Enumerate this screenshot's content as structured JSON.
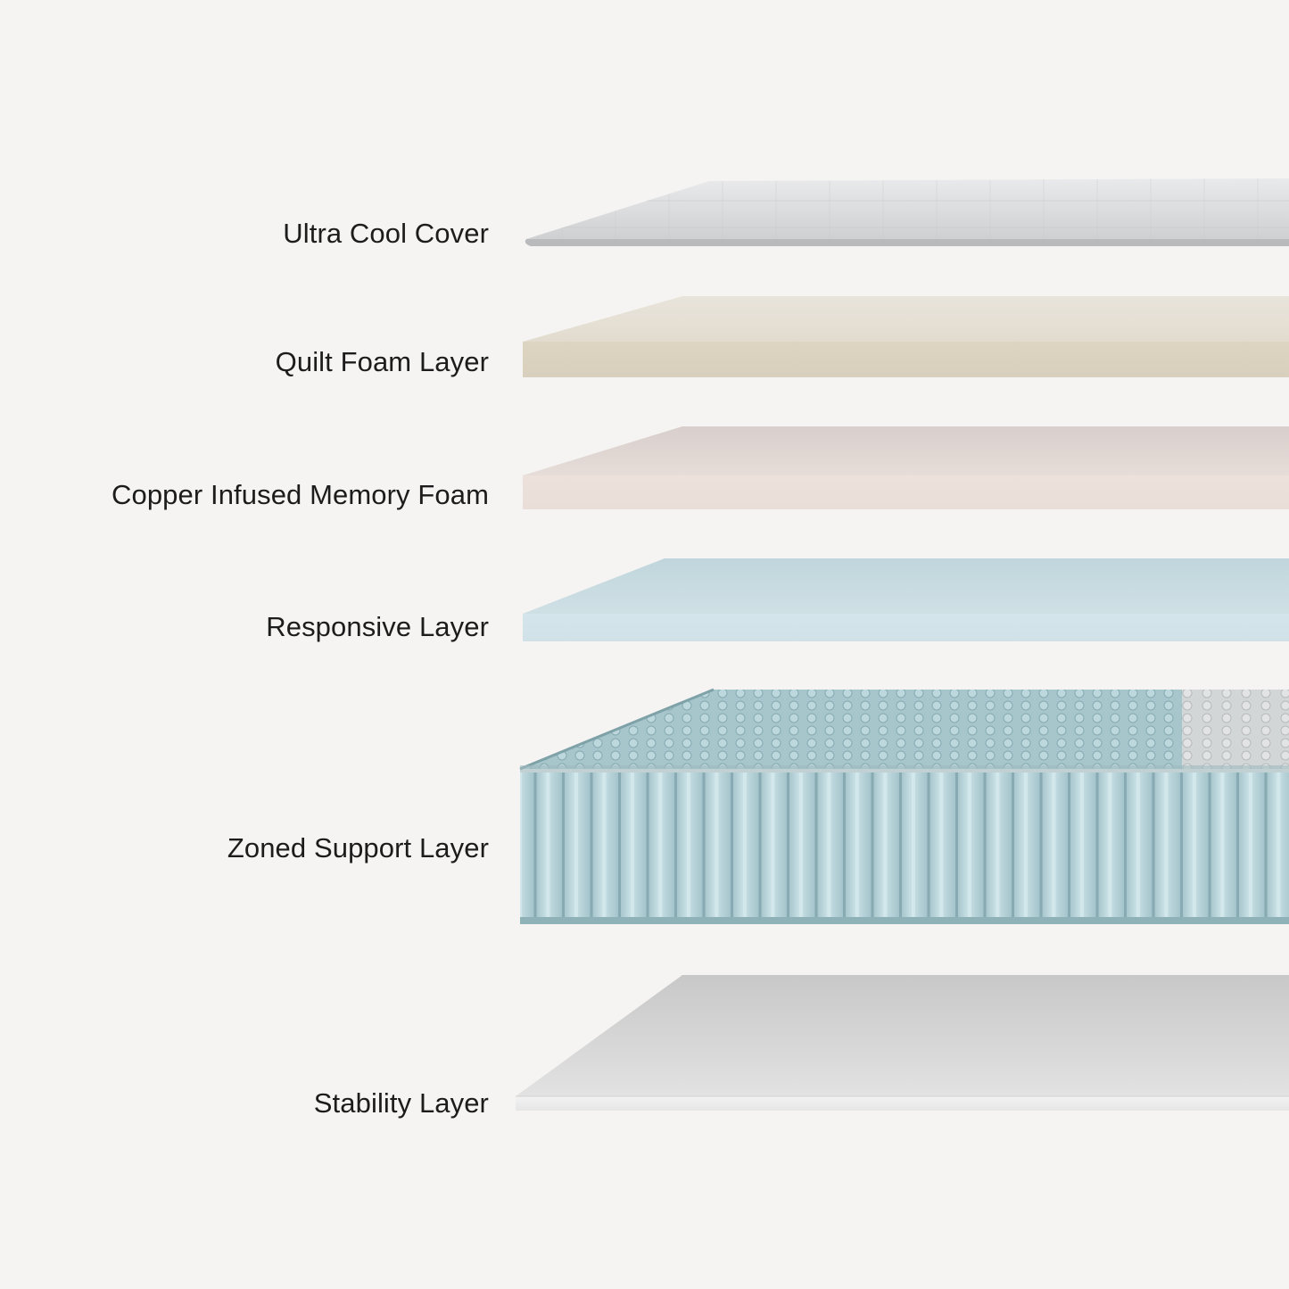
{
  "layers": [
    {
      "label": "Ultra Cool Cover",
      "icon": "mattress-cover",
      "colors": {
        "top": "#dadbdc",
        "side": "#c9cacb"
      }
    },
    {
      "label": "Quilt Foam Layer",
      "icon": "foam-slab",
      "colors": {
        "top": "#ebe6dd",
        "side": "#ddd5c3"
      }
    },
    {
      "label": "Copper Infused Memory Foam",
      "icon": "foam-slab",
      "colors": {
        "top": "#e4dbd8",
        "side": "#ede2dc"
      }
    },
    {
      "label": "Responsive Layer",
      "icon": "foam-slab",
      "colors": {
        "top": "#cfe1e6",
        "side": "#d3e4ea"
      }
    },
    {
      "label": "Zoned Support Layer",
      "icon": "pocket-coils",
      "colors": {
        "top": "#a9c9cf",
        "side": "#b7d6dc",
        "zone": "#d9dcdd"
      }
    },
    {
      "label": "Stability Layer",
      "icon": "foam-slab",
      "colors": {
        "top": "#dcdcdc",
        "side": "#ebebeb"
      }
    }
  ]
}
